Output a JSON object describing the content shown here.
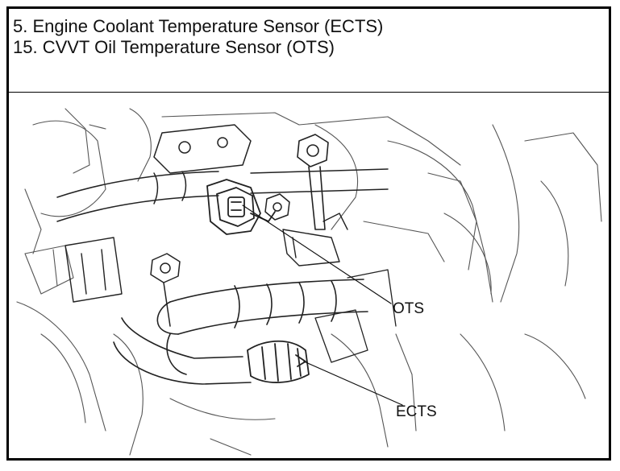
{
  "caption": {
    "lines": [
      "5. Engine Coolant Temperature Sensor (ECTS)",
      "15. CVVT Oil Temperature Sensor (OTS)"
    ]
  },
  "callouts": {
    "ots": "OTS",
    "ects": "ECTS"
  }
}
